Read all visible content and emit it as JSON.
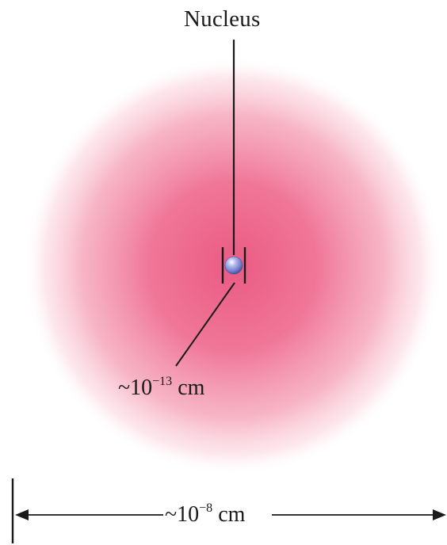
{
  "labels": {
    "nucleus": "Nucleus",
    "nucleus_size": {
      "prefix": "~10",
      "exponent": "−13",
      "unit": "cm"
    },
    "atom_size": {
      "prefix": "~10",
      "exponent": "−8",
      "unit": "cm"
    }
  },
  "colors": {
    "electron_cloud_center": "#ea5a82",
    "electron_cloud_edge": "#fde7ee",
    "nucleus_sphere": "#6f78c8",
    "lines": "#1a1a1a"
  },
  "icons": {
    "nucleus": "blue-sphere",
    "arrows": "double-headed-arrow"
  }
}
